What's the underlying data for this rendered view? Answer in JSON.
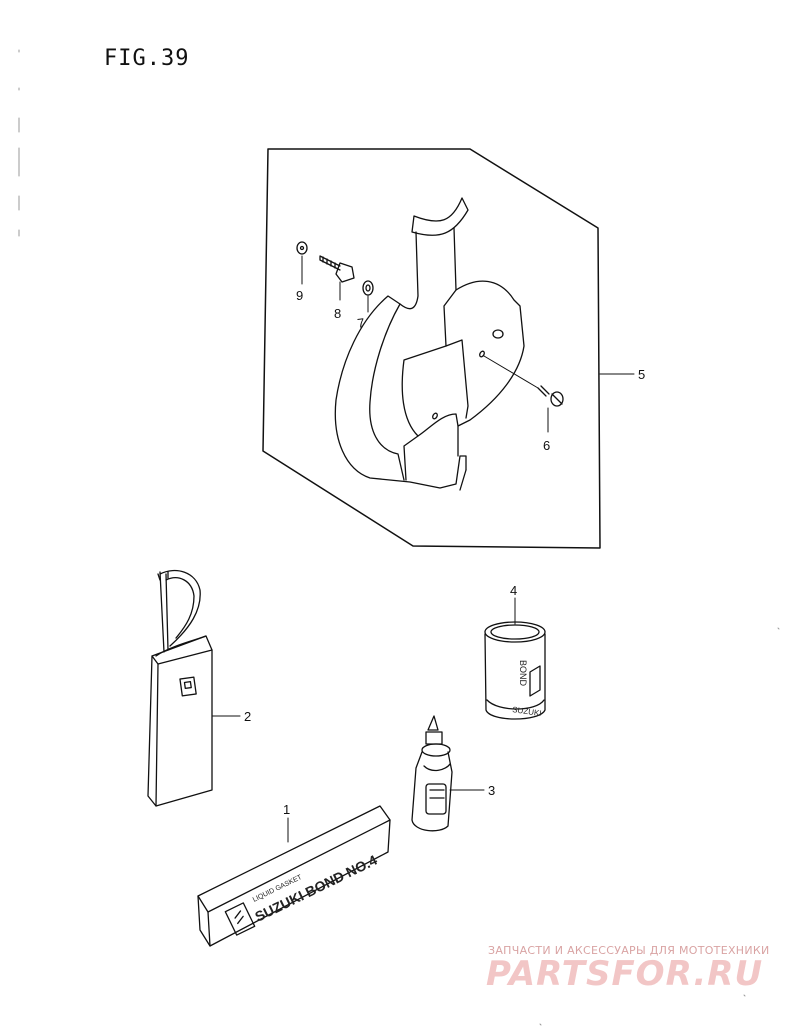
{
  "figure": {
    "title": "FIG.39"
  },
  "callouts": [
    {
      "id": "1",
      "label": "1"
    },
    {
      "id": "2",
      "label": "2"
    },
    {
      "id": "3",
      "label": "3"
    },
    {
      "id": "4",
      "label": "4"
    },
    {
      "id": "5",
      "label": "5"
    },
    {
      "id": "6",
      "label": "6"
    },
    {
      "id": "7",
      "label": "7"
    },
    {
      "id": "8",
      "label": "8"
    },
    {
      "id": "9",
      "label": "9"
    }
  ],
  "product_print": {
    "bond_box_small": "LIQUID GASKET",
    "bond_box_main": "SUZUKI BOND NO.4",
    "can_text": "BOND",
    "can_brand": "SUZUKI"
  },
  "watermark": {
    "tagline": "ЗАПЧАСТИ И АКСЕССУАРЫ ДЛЯ МОТОТЕХНИКИ",
    "logo": "PARTSFOR.RU",
    "color": "#f2c6c6"
  }
}
